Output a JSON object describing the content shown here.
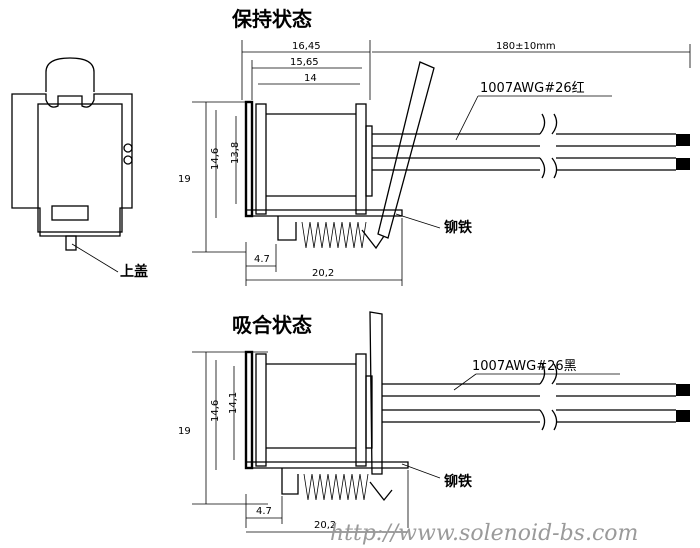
{
  "titles": {
    "holding_state": "保持状态",
    "attracted_state": "吸合状态"
  },
  "labels": {
    "top_cover": "上盖",
    "armature_top": "铆铁",
    "armature_bottom": "铆铁",
    "wire_red": "1007AWG#26红",
    "wire_black": "1007AWG#26黑",
    "wire_length": "180±10mm"
  },
  "dimensions_top": {
    "w1": "16,45",
    "w2": "15,65",
    "w3": "14",
    "h_total": "19",
    "h_coil": "14,6",
    "h_inner": "13,8",
    "base_offset": "4.7",
    "base_width": "20,2"
  },
  "dimensions_bottom": {
    "h_total": "19",
    "h_coil": "14,6",
    "h_inner": "14,1",
    "base_offset": "4.7",
    "base_width": "20,2"
  },
  "watermark": "http://www.solenoid-bs.com"
}
